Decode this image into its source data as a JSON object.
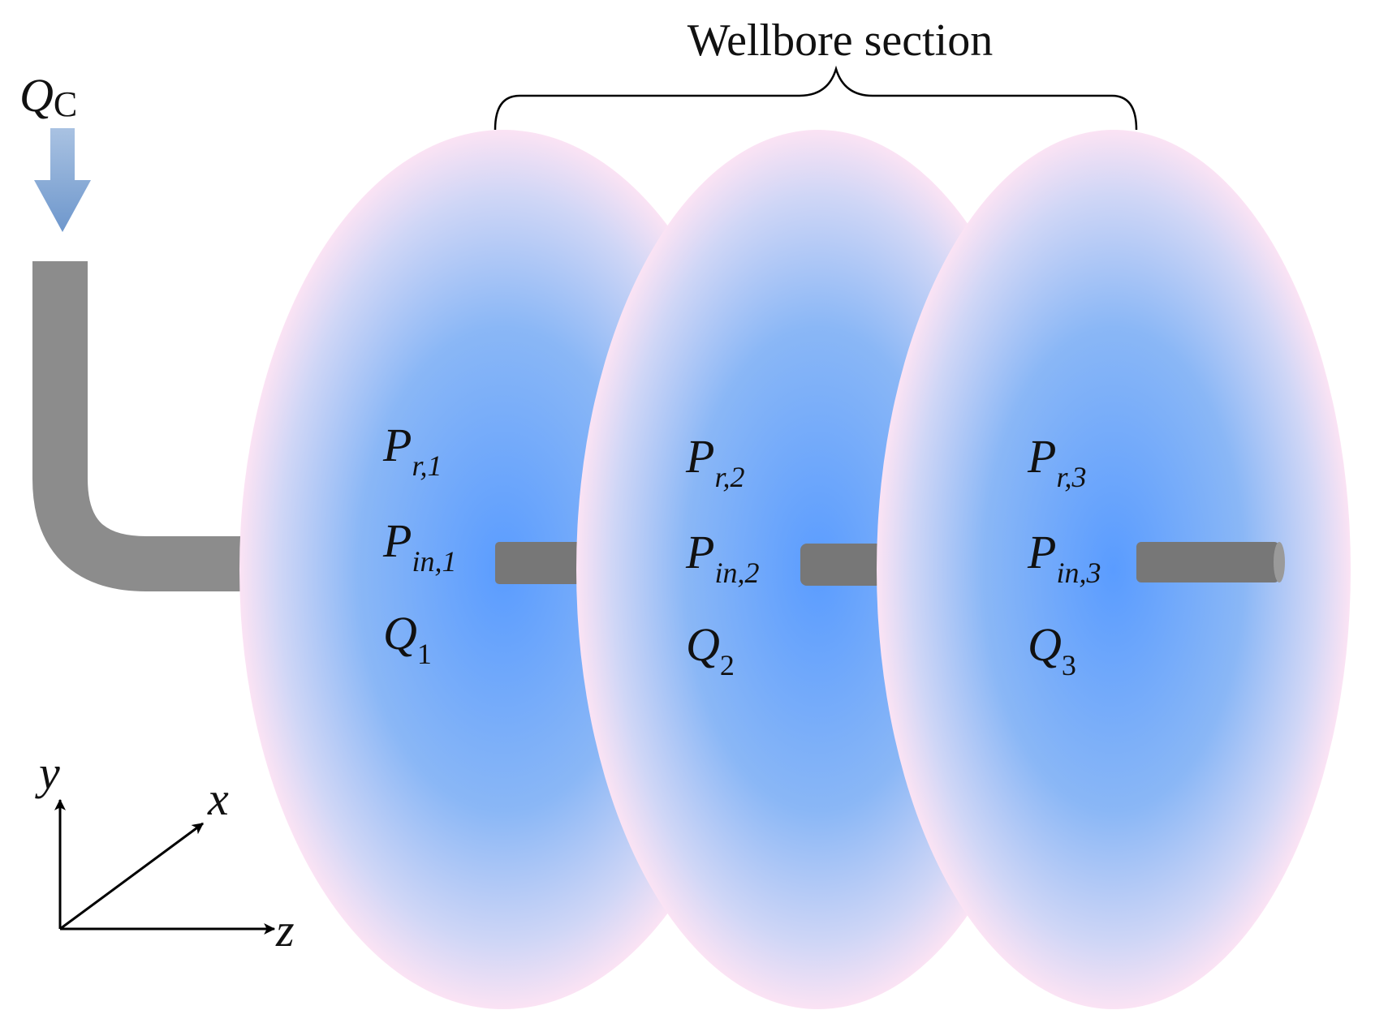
{
  "wellbore_label": "Wellbore section",
  "inflow": {
    "symbol": "Q",
    "subscript": "C",
    "arrow_color": "#7fa6d2"
  },
  "pipe_color": "#8c8c8c",
  "pipe_segment_color": "#777777",
  "disc_colors": {
    "center": "#5a9cff",
    "edge": "#fbe3f4"
  },
  "sections": [
    {
      "pr": {
        "symbol": "P",
        "sub": "r,1"
      },
      "pin": {
        "symbol": "P",
        "sub": "in,1"
      },
      "q": {
        "symbol": "Q",
        "sub": "1"
      }
    },
    {
      "pr": {
        "symbol": "P",
        "sub": "r,2"
      },
      "pin": {
        "symbol": "P",
        "sub": "in,2"
      },
      "q": {
        "symbol": "Q",
        "sub": "2"
      }
    },
    {
      "pr": {
        "symbol": "P",
        "sub": "r,3"
      },
      "pin": {
        "symbol": "P",
        "sub": "in,3"
      },
      "q": {
        "symbol": "Q",
        "sub": "3"
      }
    }
  ],
  "axes": {
    "y": "y",
    "x": "x",
    "z": "z"
  }
}
